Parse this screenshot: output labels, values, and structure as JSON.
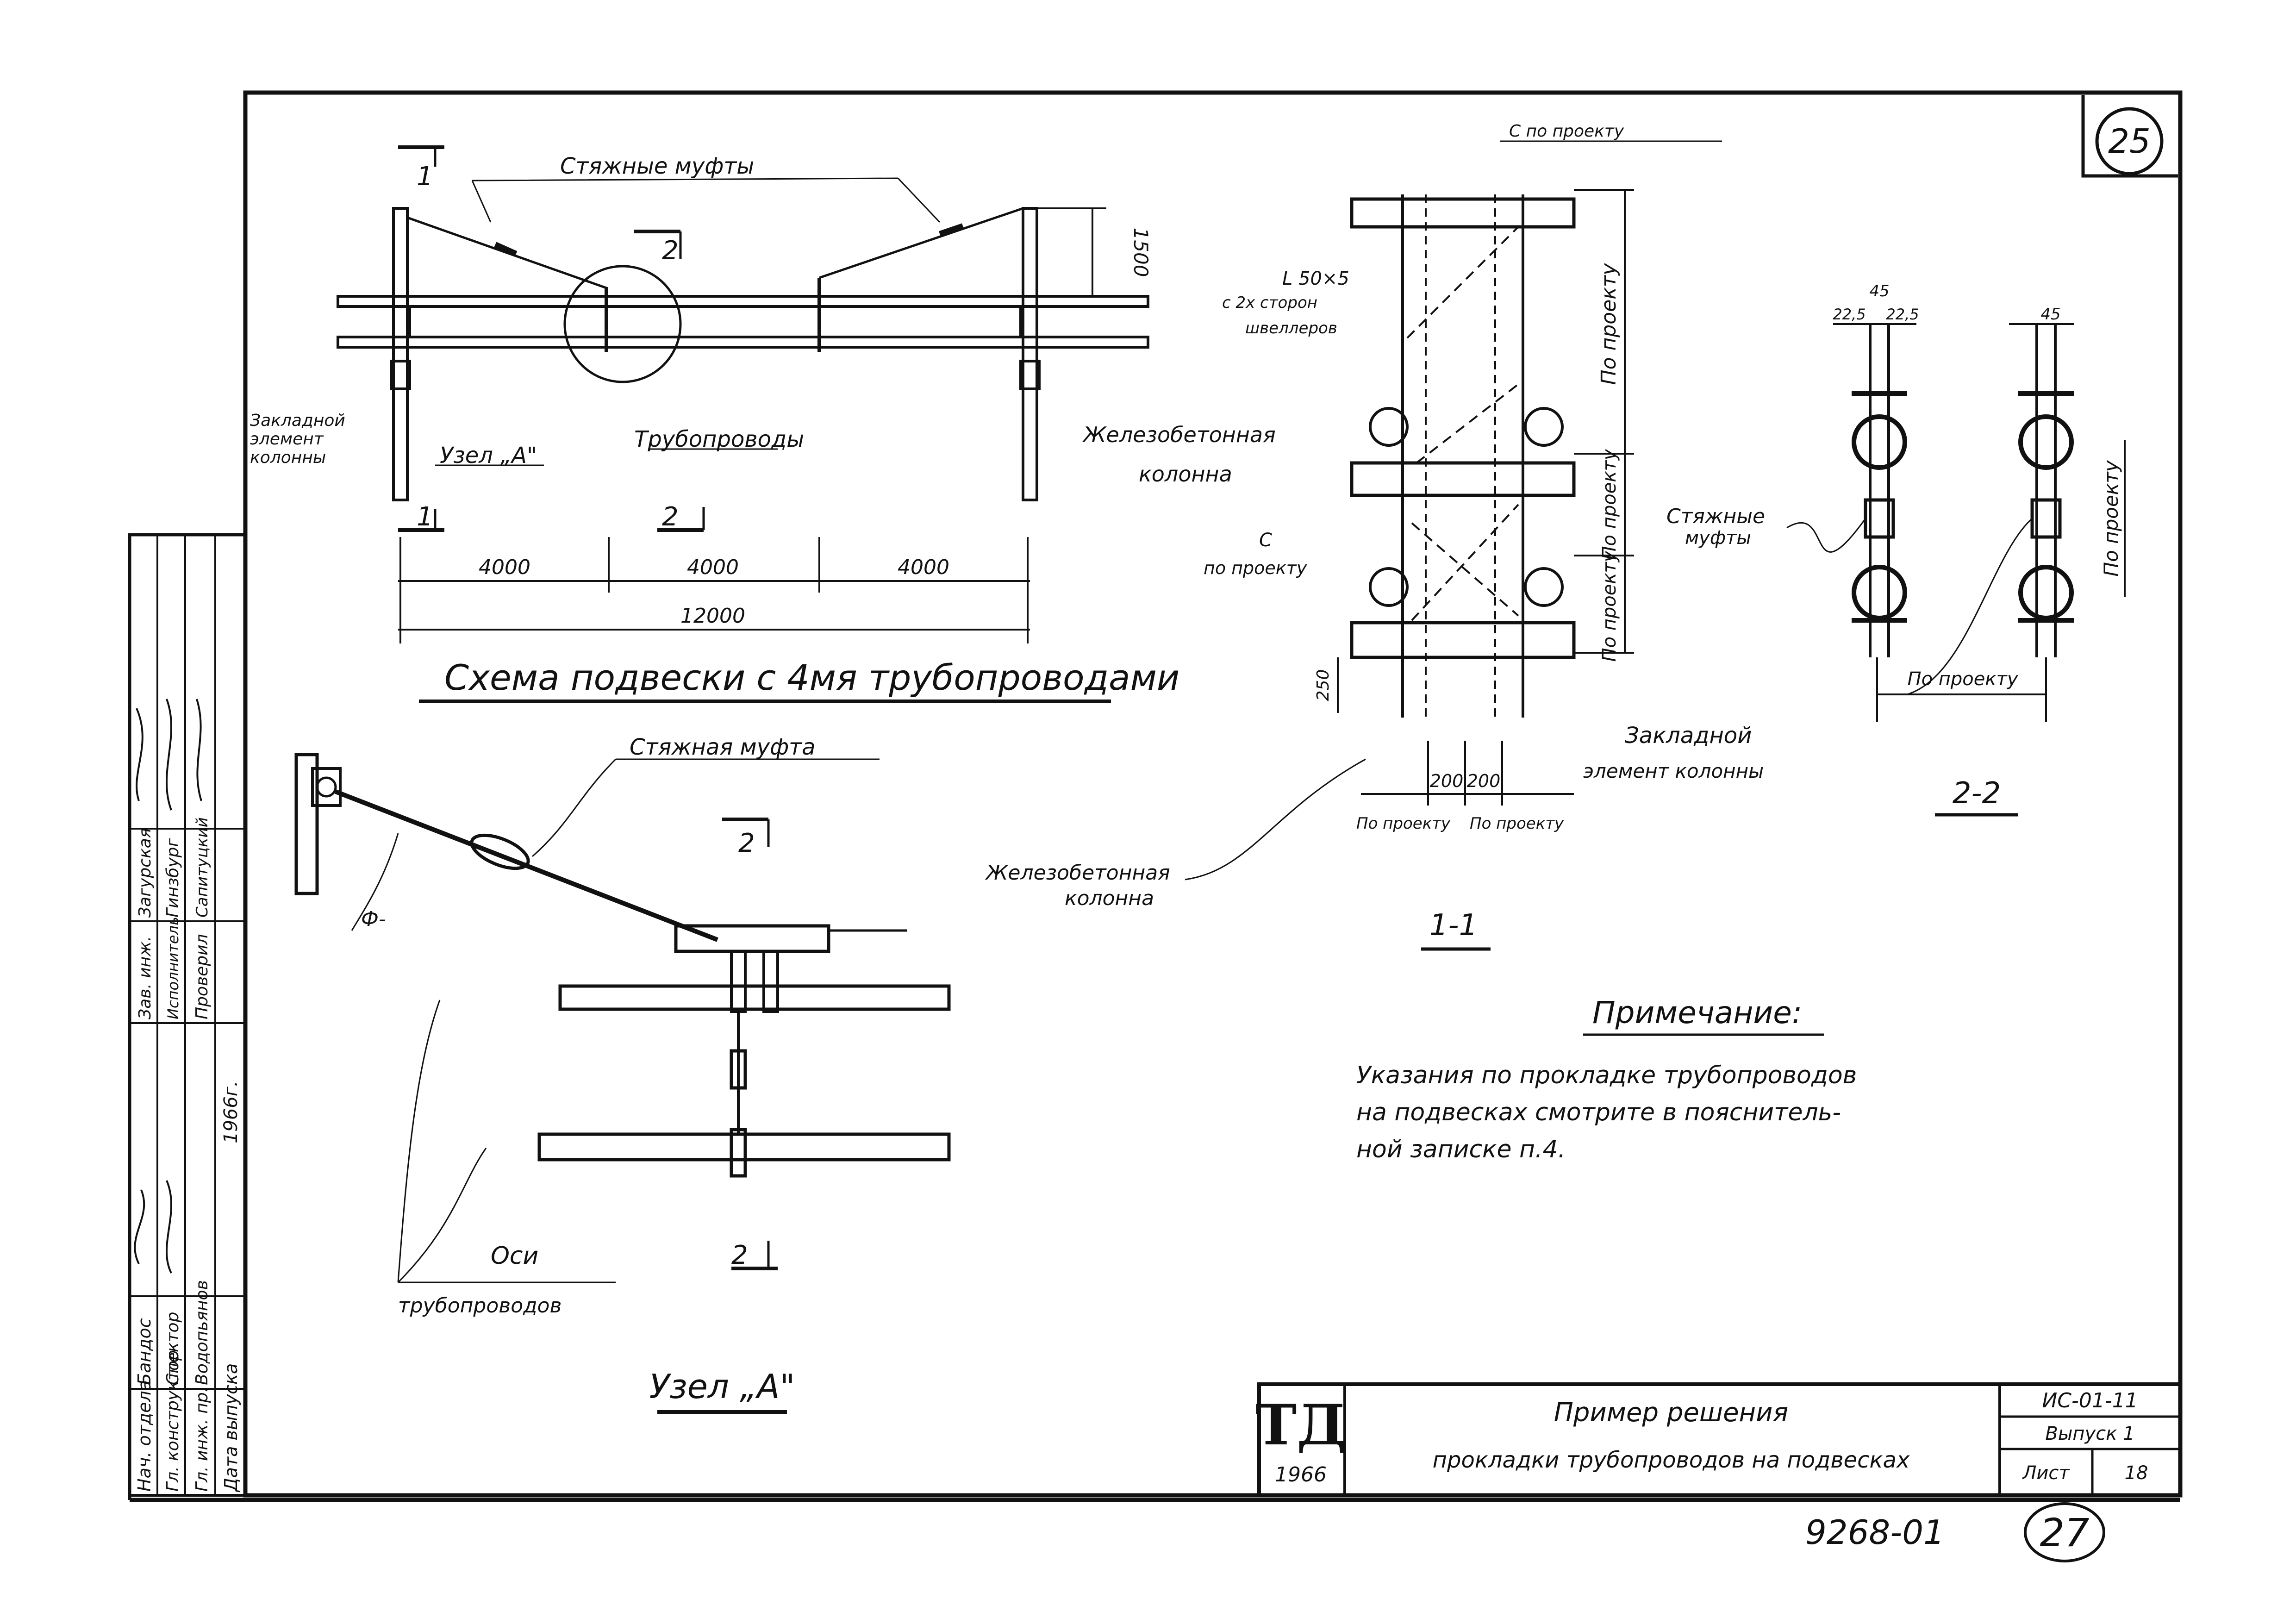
{
  "sheet_number": "25",
  "main_title": "Схема подвески с 4мя трубопроводами",
  "elevation": {
    "label_couplings": "Стяжные муфты",
    "label_pipelines": "Трубопроводы",
    "label_node_a": "Узел „А\"",
    "label_embedded": [
      "Закладной",
      "элемент",
      "колонны"
    ],
    "label_rc_column": [
      "Железобетонная",
      "колонна"
    ],
    "section_1": "1",
    "section_2": "2",
    "dim_height": "1500",
    "dims_spans": [
      "4000",
      "4000",
      "4000"
    ],
    "dim_total": "12000"
  },
  "section_1_1": {
    "title": "1-1",
    "label_c_top": "С по проекту",
    "label_angle": [
      "L 50×5",
      "с 2х сторон",
      "швеллеров"
    ],
    "label_c_side": [
      "С",
      "по проекту"
    ],
    "label_vert_1": "По проекту",
    "label_vert_2": "По проекту",
    "label_vert_3": "По проекту",
    "dim_250": "250",
    "dims_bottom": [
      "200",
      "200"
    ],
    "dims_bottom_labels": [
      "По проекту",
      "По проекту"
    ],
    "label_embedded": [
      "Закладной",
      "элемент колонны"
    ],
    "label_rc_column": [
      "Железобетонная",
      "колонна"
    ]
  },
  "section_2_2": {
    "title": "2-2",
    "dim_45a": "45",
    "dim_225a": "22,5",
    "dim_225b": "22,5",
    "dim_45b": "45",
    "label_couplings": [
      "Стяжные",
      "муфты"
    ],
    "label_vert": "По проекту",
    "label_bottom": "По проекту"
  },
  "node_a": {
    "title": "Узел „А\"",
    "label_coupling": "Стяжная муфта",
    "label_phi": "Ф-",
    "section_2": "2",
    "label_axes": [
      "Оси",
      "трубопроводов"
    ]
  },
  "note": {
    "title": "Примечание:",
    "lines": [
      "Указания по прокладке трубопроводов",
      "на подвесках смотрите в пояснитель-",
      "ной записке п.4."
    ]
  },
  "title_block": {
    "logo_letters": "ТД",
    "logo_year": "1966",
    "title_line1": "Пример решения",
    "title_line2": "прокладки трубопроводов на подвесках",
    "code": "ИС-01-11",
    "issue": "Выпуск 1",
    "sheet_label": "Лист",
    "sheet_value": "18"
  },
  "stamp": {
    "rows": [
      [
        "Нач. отдела",
        "Бандос"
      ],
      [
        "Гл. конструктор",
        "Спектор"
      ],
      [
        "Гл. инж. пр.",
        "Водопьянов"
      ],
      [
        "Дата выпуска",
        ""
      ],
      [
        "Зав. инж.",
        "Загурская"
      ],
      [
        "Исполнитель",
        "Гинзбург"
      ],
      [
        "Проверил",
        "Сапитуцкий"
      ]
    ],
    "year": "1966г."
  },
  "archive_number": "9268-01",
  "page_number": "27"
}
